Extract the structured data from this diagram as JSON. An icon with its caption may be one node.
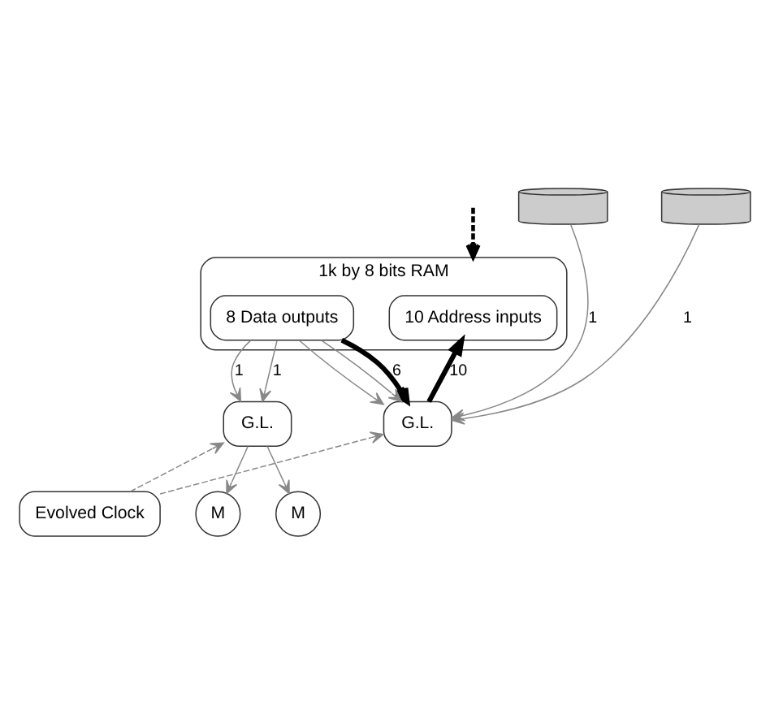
{
  "diagram": {
    "nodes": [
      {
        "text": [],
        "shape": "cylinder"
      },
      {
        "text": [],
        "shape": "cylinder"
      },
      {
        "text": [
          "1k by 8 bits RAM"
        ]
      },
      {
        "text": [
          "10 Address inputs"
        ],
        "in": 2
      },
      {
        "text": [
          "8 Data outputs"
        ],
        "in": 2
      },
      {
        "text": [
          "G.L."
        ]
      },
      {
        "text": [
          "G.L."
        ]
      },
      {
        "text": [
          "Evolved Clock"
        ]
      },
      {
        "text": [
          "M"
        ]
      },
      {
        "text": [
          "M"
        ]
      }
    ],
    "edges": [
      {
        "from": null,
        "to": 2,
        "arrow": "to",
        "style": "dashed",
        "color": "#000000"
      },
      {
        "from": 0,
        "to": 5,
        "arrow": "to",
        "label": "1"
      },
      {
        "from": 1,
        "to": 5,
        "arrow": "to",
        "label": "1"
      },
      {
        "from": 5,
        "to": 3,
        "arrow": "to",
        "label": "10",
        "style": "thick",
        "color": "#000000"
      },
      {
        "from": 4,
        "to": 5,
        "arrow": "to",
        "label": "6",
        "style": "thick",
        "color": "#000000"
      },
      {
        "from": 4,
        "to": 5,
        "arrow": "to"
      },
      {
        "from": 4,
        "to": 6,
        "arrow": "to",
        "label": "1"
      },
      {
        "from": 4,
        "to": 5,
        "arrow": "to"
      },
      {
        "from": 4,
        "to": 6,
        "arrow": "to",
        "label": "1"
      },
      {
        "from": 7,
        "to": 5,
        "arrow": "to",
        "style": "dashed"
      },
      {
        "from": 7,
        "to": 6,
        "arrow": "to",
        "style": "dashed"
      },
      {
        "from": 6,
        "to": 8,
        "arrow": "to"
      },
      {
        "from": 6,
        "to": 9,
        "arrow": "to"
      }
    ]
  }
}
